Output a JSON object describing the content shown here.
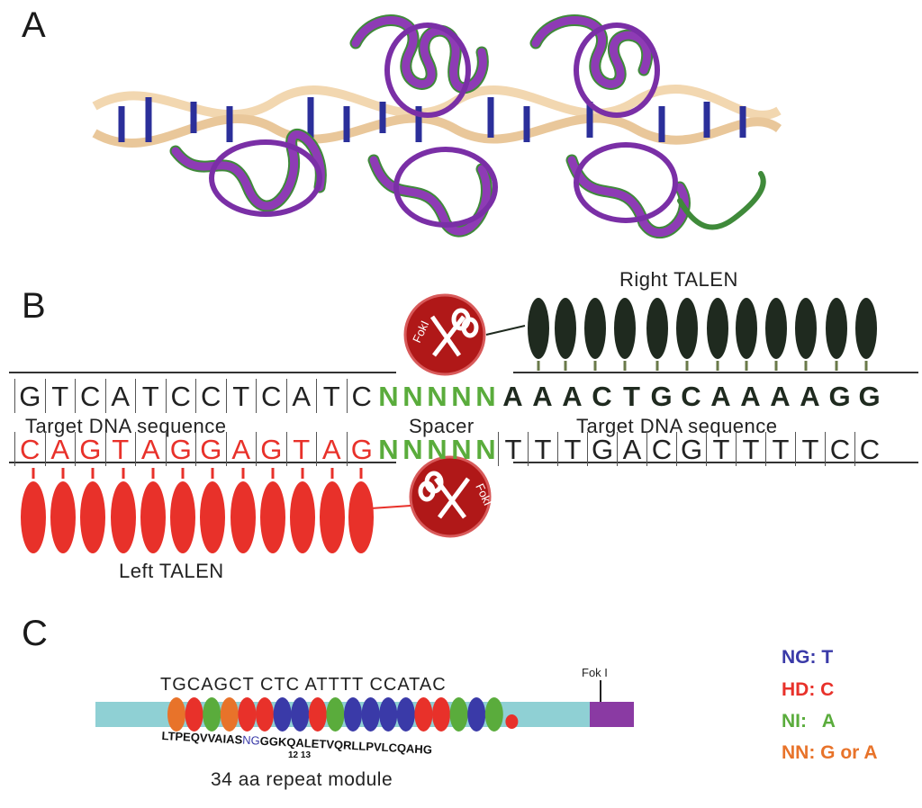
{
  "panels": {
    "a": "A",
    "b": "B",
    "c": "C"
  },
  "panel_b": {
    "right_talen_label": "Right TALEN",
    "left_talen_label": "Left TALEN",
    "top_left_seq": [
      "G",
      "T",
      "C",
      "A",
      "T",
      "C",
      "C",
      "T",
      "C",
      "A",
      "T",
      "C"
    ],
    "top_spacer": [
      "N",
      "N",
      "N",
      "N",
      "N"
    ],
    "top_right_seq": [
      "A",
      "A",
      "A",
      "C",
      "T",
      "G",
      "C",
      "A",
      "A",
      "A",
      "A",
      "G",
      "G"
    ],
    "bottom_left_seq": [
      "C",
      "A",
      "G",
      "T",
      "A",
      "G",
      "G",
      "A",
      "G",
      "T",
      "A",
      "G"
    ],
    "bottom_spacer": [
      "N",
      "N",
      "N",
      "N",
      "N"
    ],
    "bottom_right_seq": [
      "T",
      "T",
      "T",
      "G",
      "A",
      "C",
      "G",
      "T",
      "T",
      "T",
      "T",
      "C",
      "C"
    ],
    "target_left_label": "Target DNA sequence",
    "spacer_label": "Spacer",
    "target_right_label": "Target DNA sequence",
    "foki_label": "FokI",
    "colors": {
      "left_talen": "#e8312a",
      "right_talen": "#1f2a1f",
      "spacer": "#5aac3c",
      "nuclease": "#b01818"
    }
  },
  "panel_c": {
    "dna_sequence": "TGCAGCT CTC ATTTT CCATAC",
    "fok_label": "Fok I",
    "repeat_sequence_left": "LTPEQVVAIAS",
    "rvd": "NG",
    "repeat_sequence_right": "GGKQALETVQRLLPVLCQAHG",
    "rvd_positions": "12 13",
    "module_label": "34 aa repeat module",
    "repeat_colors": [
      "#e8732a",
      "#e8312a",
      "#5aac3c",
      "#e8732a",
      "#e8312a",
      "#e8312a",
      "#3a3aa8",
      "#3a3aa8",
      "#e8312a",
      "#5aac3c",
      "#3a3aa8",
      "#3a3aa8",
      "#3a3aa8",
      "#3a3aa8",
      "#e8312a",
      "#e8312a",
      "#5aac3c",
      "#3a3aa8",
      "#5aac3c",
      "#e8312a"
    ]
  },
  "legend": [
    {
      "code": "NG:",
      "base": "T",
      "color": "#3a3aa8"
    },
    {
      "code": "HD:",
      "base": "C",
      "color": "#e8312a"
    },
    {
      "code": "NI:",
      "base": "A",
      "color": "#5aac3c"
    },
    {
      "code": "NN:",
      "base": "G or A",
      "color": "#e8732a"
    }
  ]
}
